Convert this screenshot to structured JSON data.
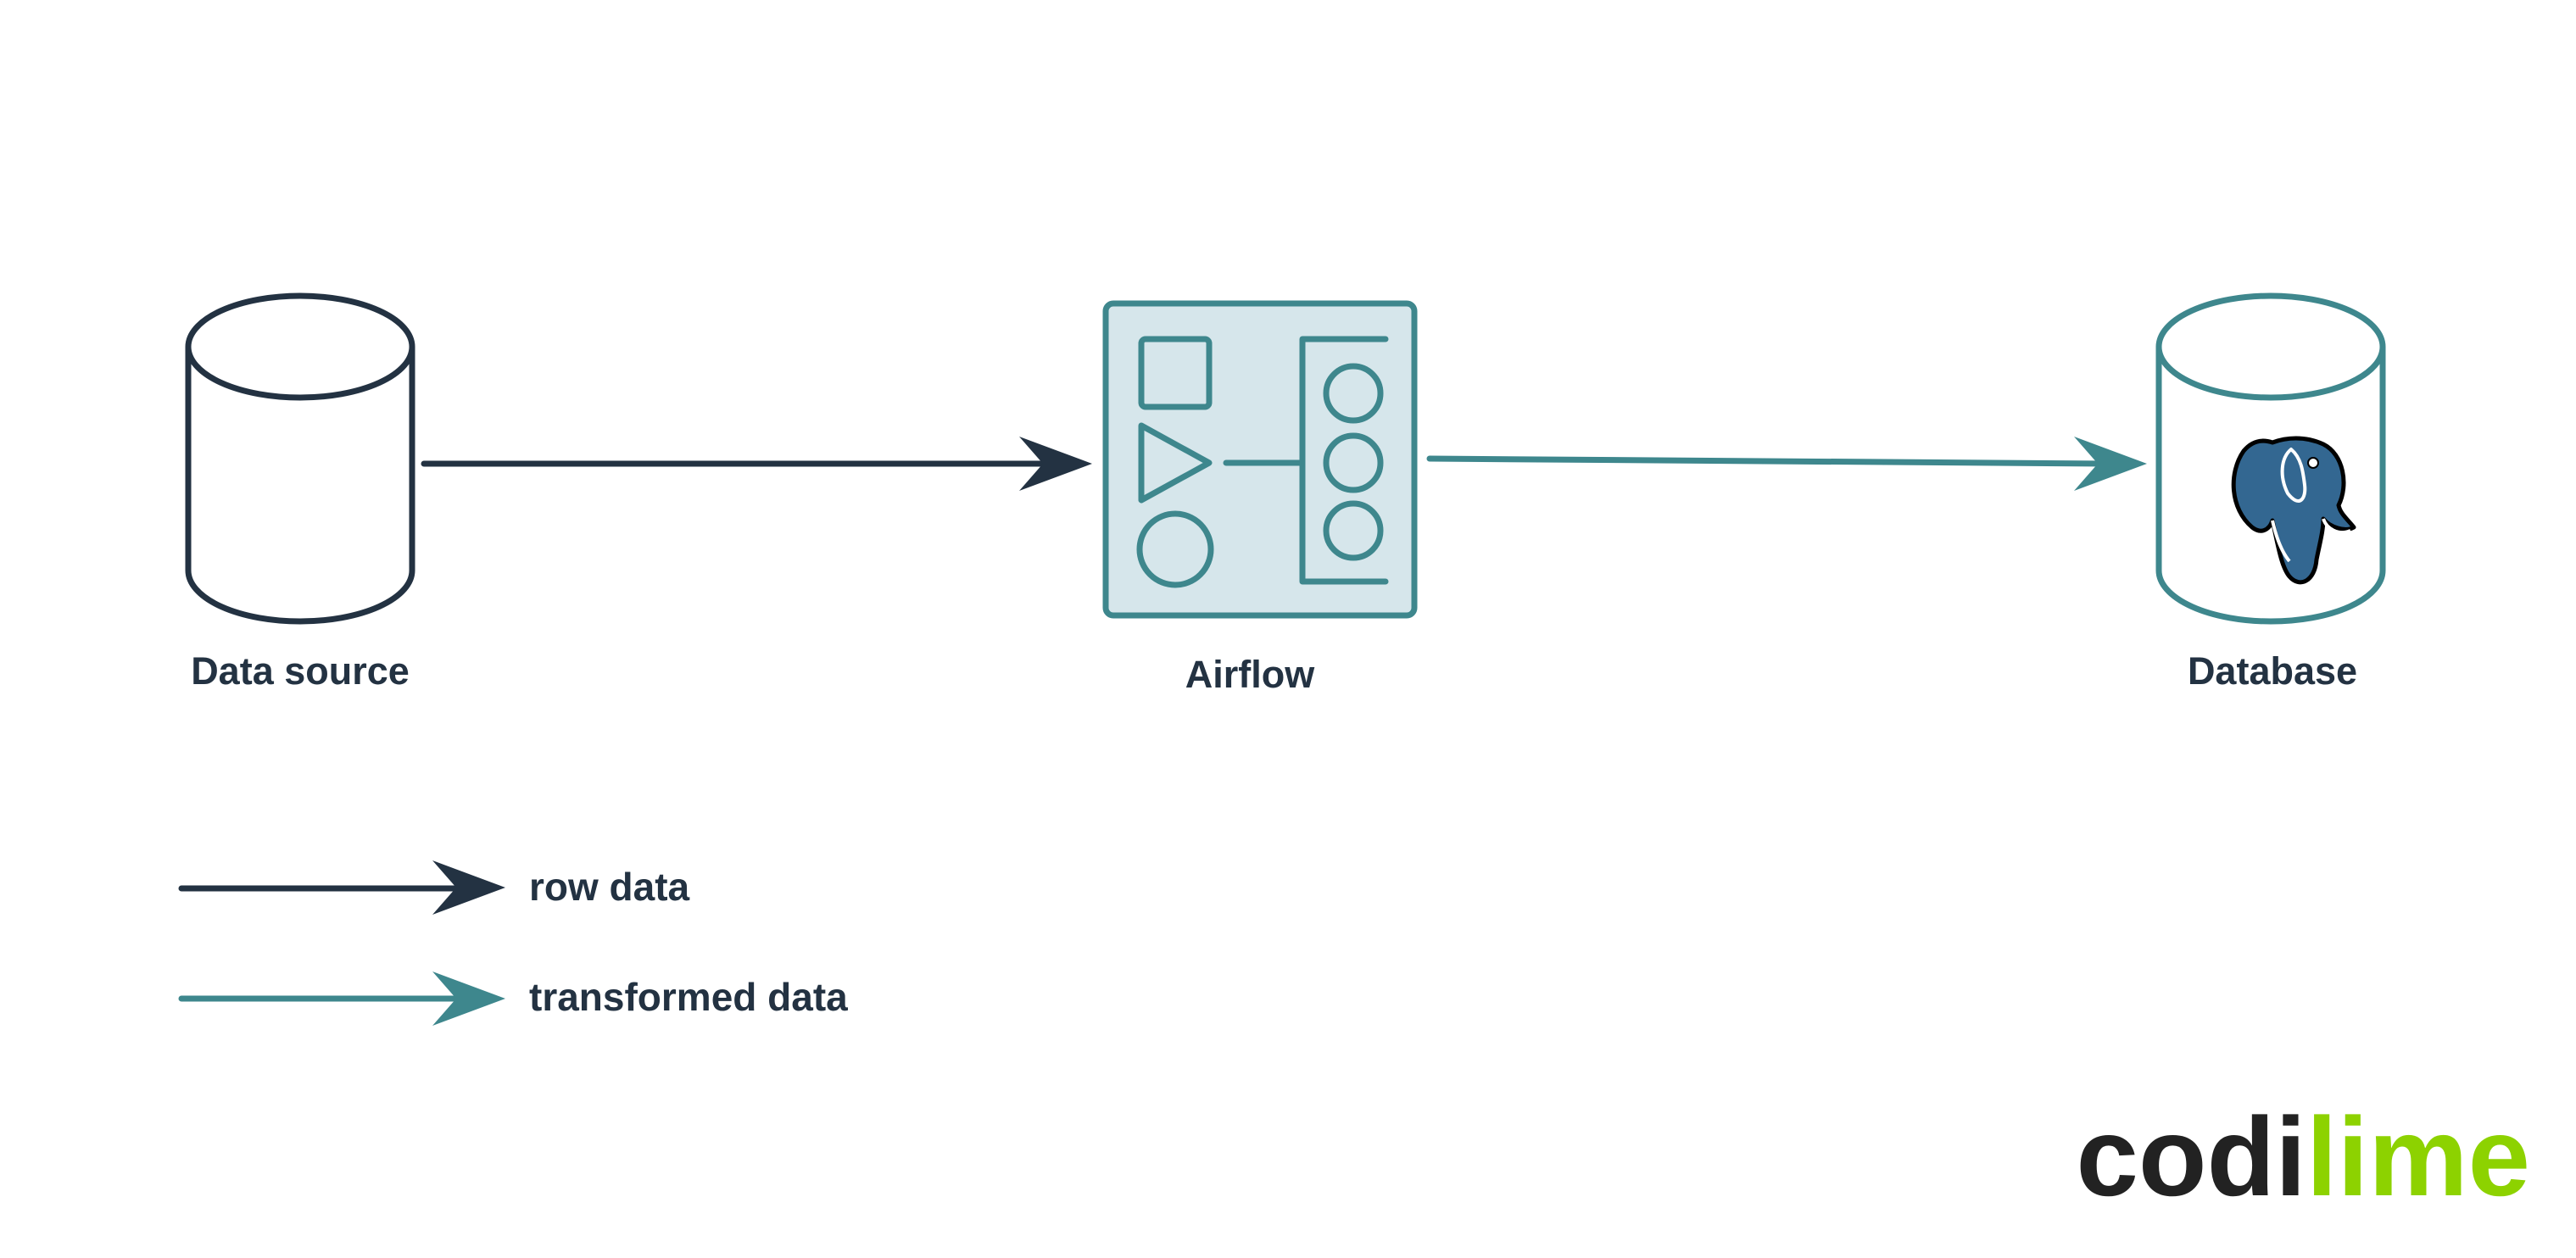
{
  "colors": {
    "dark": "#233242",
    "teal": "#3e878d",
    "airflow_fill": "#d6e6eb",
    "postgres_blue": "#336791",
    "logo_dark": "#222222",
    "logo_green": "#8dd200"
  },
  "nodes": {
    "data_source": {
      "label": "Data source",
      "icon": "cylinder-icon"
    },
    "airflow": {
      "label": "Airflow",
      "icon": "airflow-icon"
    },
    "database": {
      "label": "Database",
      "icon": "postgresql-elephant-icon"
    }
  },
  "edges": [
    {
      "from": "data_source",
      "to": "airflow",
      "type": "row data"
    },
    {
      "from": "airflow",
      "to": "database",
      "type": "transformed data"
    }
  ],
  "legend": {
    "row_data": "row data",
    "transformed_data": "transformed data"
  },
  "logo": {
    "part1": "codi",
    "part2": "lime"
  }
}
